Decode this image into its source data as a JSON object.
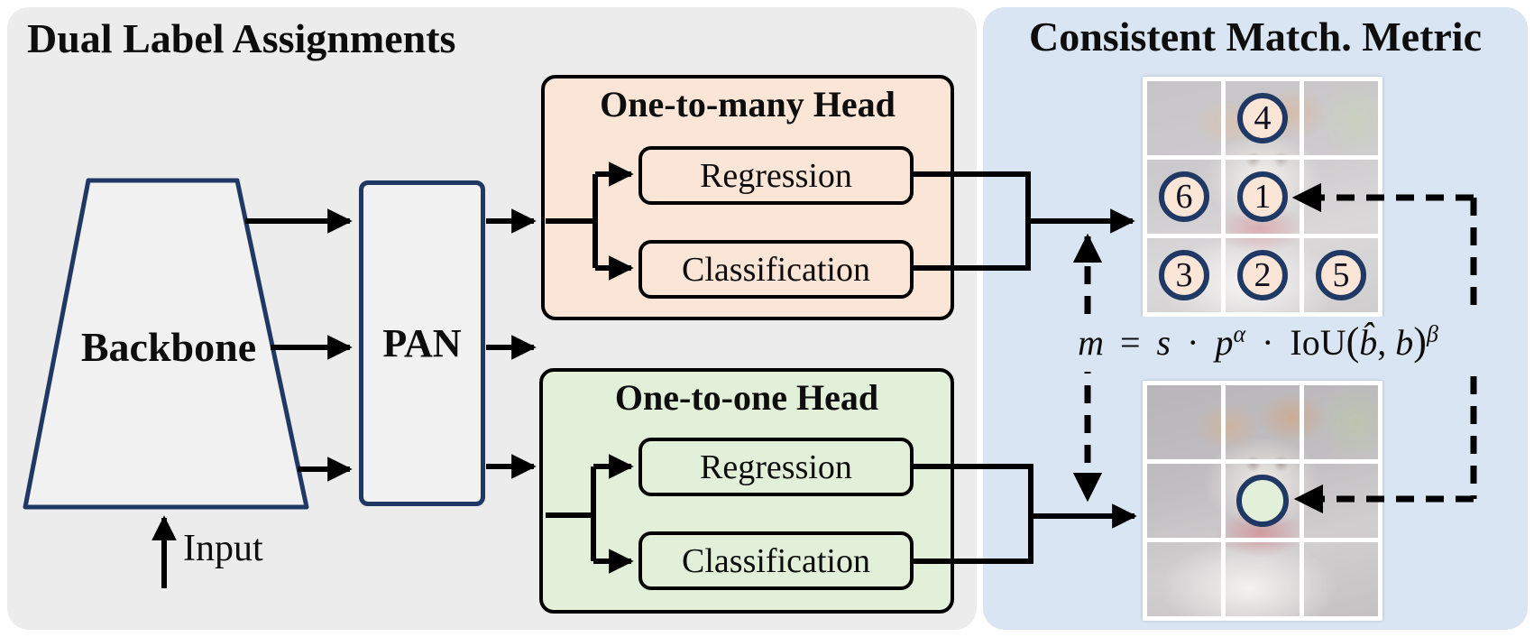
{
  "left_panel": {
    "title": "Dual Label Assignments",
    "backbone_label": "Backbone",
    "pan_label": "PAN",
    "input_label": "Input",
    "one_to_many_head": {
      "title": "One-to-many Head",
      "regression_label": "Regression",
      "classification_label": "Classification"
    },
    "one_to_one_head": {
      "title": "One-to-one Head",
      "regression_label": "Regression",
      "classification_label": "Classification"
    }
  },
  "right_panel": {
    "title": "Consistent Match. Metric",
    "formula": {
      "m": "m",
      "equals": "=",
      "s": "s",
      "cdot1": "·",
      "p": "p",
      "alpha": "α",
      "cdot2": "·",
      "iou": "IoU",
      "lparen": "(",
      "b_hat": "b̂",
      "comma": ",",
      "b": "b",
      "rparen": ")",
      "beta": "β"
    },
    "top_grid": {
      "description": "one-to-many assignment grid",
      "circles": [
        {
          "label": "4"
        },
        {
          "label": "6"
        },
        {
          "label": "1"
        },
        {
          "label": "3"
        },
        {
          "label": "2"
        },
        {
          "label": "5"
        }
      ]
    },
    "bottom_grid": {
      "description": "one-to-one assignment grid",
      "circle_label": ""
    }
  },
  "colors": {
    "panel_gray": "#ECECEC",
    "panel_blue": "#D9E5F2",
    "head_orange": "#FBE5D6",
    "head_green": "#E2F0D9",
    "navy_accent": "#1F3864",
    "line_black": "#000000"
  }
}
